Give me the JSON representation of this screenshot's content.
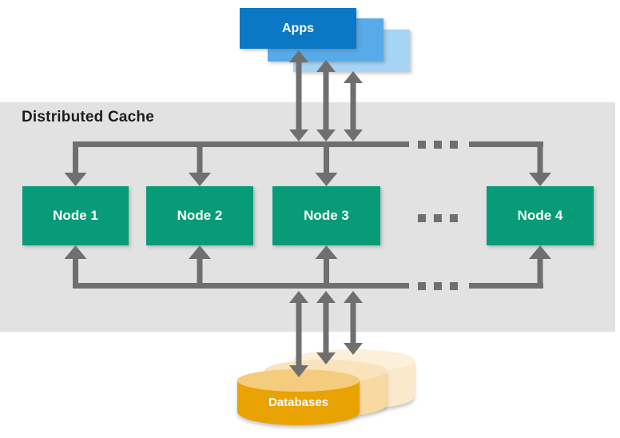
{
  "diagram": {
    "band_title": "Distributed Cache",
    "apps_label": "Apps",
    "nodes": [
      {
        "label": "Node 1"
      },
      {
        "label": "Node 2"
      },
      {
        "label": "Node 3"
      },
      {
        "label": "Node 4"
      }
    ],
    "more_nodes_ellipsis": "...",
    "databases_label": "Databases",
    "colors": {
      "page_background": "#ffffff",
      "band_background": "#e2e2e2",
      "band_title_text": "#1c1c1c",
      "node_green": "#089b77",
      "apps_front_blue": "#0a78c4",
      "apps_middle_blue": "#58abe9",
      "apps_back_blue": "#a6d4f4",
      "db_front_body": "#e8a202",
      "db_front_top": "#f5cb7d",
      "db_middle_body": "#f8d9a2",
      "db_middle_top": "#fae3bc",
      "db_back_body": "#fae9ca",
      "db_back_top": "#fcf0da",
      "arrow_gray": "#6f6f6f",
      "box_label_text": "#ffffff"
    }
  }
}
